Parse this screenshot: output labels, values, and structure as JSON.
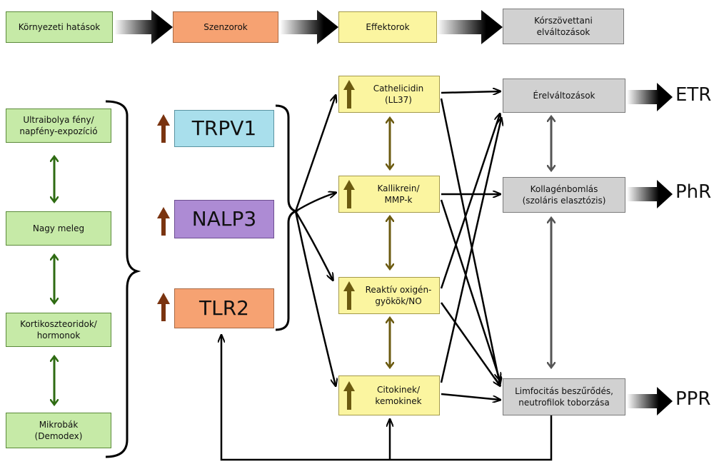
{
  "header": {
    "environmental": "Környezeti hatások",
    "sensors": "Szenzorok",
    "effectors": "Effektorok",
    "pathology_line1": "Kórszövettani",
    "pathology_line2": "elváltozások"
  },
  "triggers": [
    {
      "line1": "Ultraibolya fény/",
      "line2": "napfény-expozíció"
    },
    {
      "line1": "Nagy meleg",
      "line2": ""
    },
    {
      "line1": "Kortikoszteoridok/",
      "line2": "hormonok"
    },
    {
      "line1": "Mikrobák",
      "line2": "(Demodex)"
    }
  ],
  "sensors": [
    {
      "label": "TRPV1",
      "color": "#a9dfec"
    },
    {
      "label": "NALP3",
      "color": "#ad8bd4"
    },
    {
      "label": "TLR2",
      "color": "#f6a272"
    }
  ],
  "effectors": [
    {
      "line1": "Cathelicidin",
      "line2": "(LL37)"
    },
    {
      "line1": "Kallikrein/",
      "line2": "MMP-k"
    },
    {
      "line1": "Reaktív oxigén-",
      "line2": "gyökök/NO"
    },
    {
      "line1": "Citokinek/",
      "line2": "kemokinek"
    }
  ],
  "pathology": [
    {
      "line1": "Érelváltozások",
      "line2": ""
    },
    {
      "line1": "Kollagénbomlás",
      "line2": "(szoláris elasztózis)"
    },
    {
      "line1": "Limfocitás beszűrődés,",
      "line2": "neutrofilok toborzása"
    }
  ],
  "outcomes": {
    "etr": "ETR",
    "phr": "PhR",
    "ppr": "PPR"
  },
  "colors": {
    "green_arrow": "#2e6b12",
    "sensor_arrow": "#7a3410",
    "effector_arrow": "#6b5a10",
    "grey_arrow": "#555555",
    "black": "#000000"
  }
}
